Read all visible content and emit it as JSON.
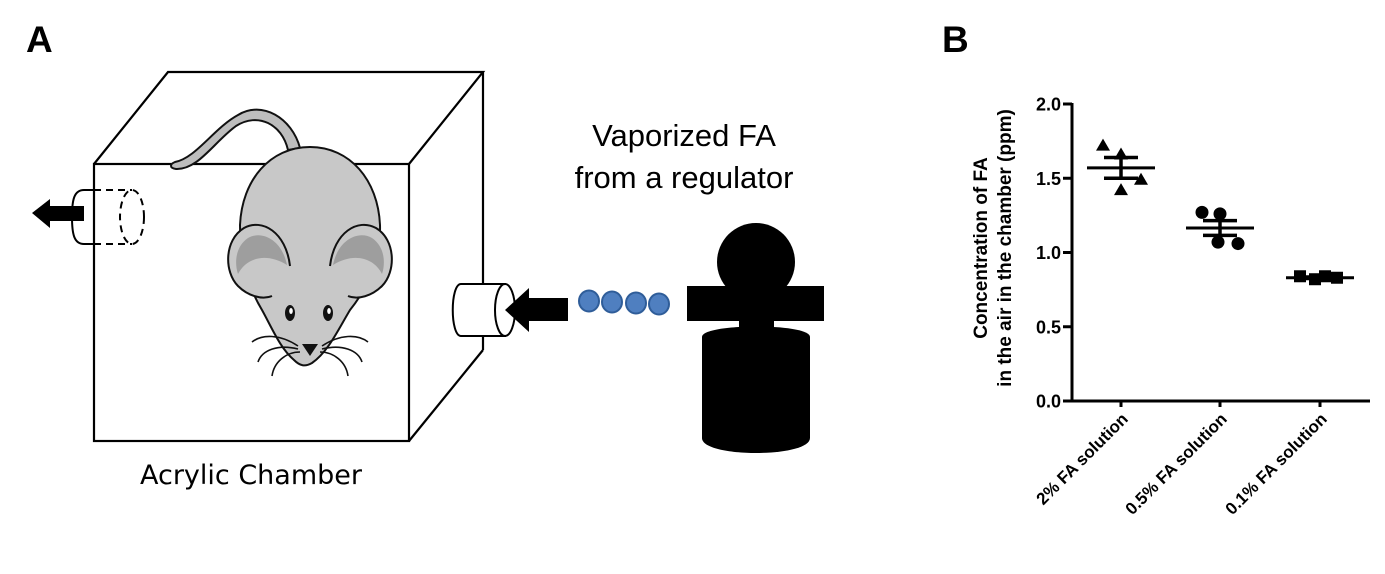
{
  "panels": {
    "a": {
      "letter": "A",
      "chamber_label": "Acrylic Chamber",
      "source_label_line1": "Vaporized FA",
      "source_label_line2": "from a regulator",
      "icons": [
        "chamber-box-icon",
        "mouse-icon",
        "outlet-port-icon",
        "outlet-arrow-icon",
        "inlet-port-icon",
        "inlet-arrow-icon",
        "vapor-droplets-icon",
        "regulator-cylinder-icon"
      ],
      "colors": {
        "mouse_body": "#c8c8c8",
        "mouse_inner_ear": "#9e9e9e",
        "vapor_fill": "#4f7fc0",
        "vapor_stroke": "#2f5d99",
        "regulator": "#000000"
      }
    },
    "b": {
      "letter": "B"
    }
  },
  "chart_data": {
    "type": "scatter",
    "subtype": "dot plot with mean ± SEM",
    "title": "",
    "xlabel": "",
    "ylabel_line1": "Concentration of FA",
    "ylabel_line2": "in the air in the chamber (ppm)",
    "ylim": [
      0,
      2.0
    ],
    "yticks": [
      0.0,
      0.5,
      1.0,
      1.5,
      2.0
    ],
    "ytick_labels": [
      "0.0",
      "0.5",
      "1.0",
      "1.5",
      "2.0"
    ],
    "grid": false,
    "legend": "none",
    "categories": [
      "2% FA solution",
      "0.5% FA solution",
      "0.1% FA solution"
    ],
    "series": [
      {
        "name": "2% FA solution",
        "marker": "triangle",
        "values": [
          1.72,
          1.66,
          1.49,
          1.42
        ],
        "mean": 1.57,
        "sem": 0.07
      },
      {
        "name": "0.5% FA solution",
        "marker": "circle",
        "values": [
          1.27,
          1.26,
          1.07,
          1.06
        ],
        "mean": 1.165,
        "sem": 0.05
      },
      {
        "name": "0.1% FA solution",
        "marker": "square",
        "values": [
          0.84,
          0.82,
          0.84,
          0.83
        ],
        "mean": 0.83,
        "sem": 0.005
      }
    ]
  }
}
